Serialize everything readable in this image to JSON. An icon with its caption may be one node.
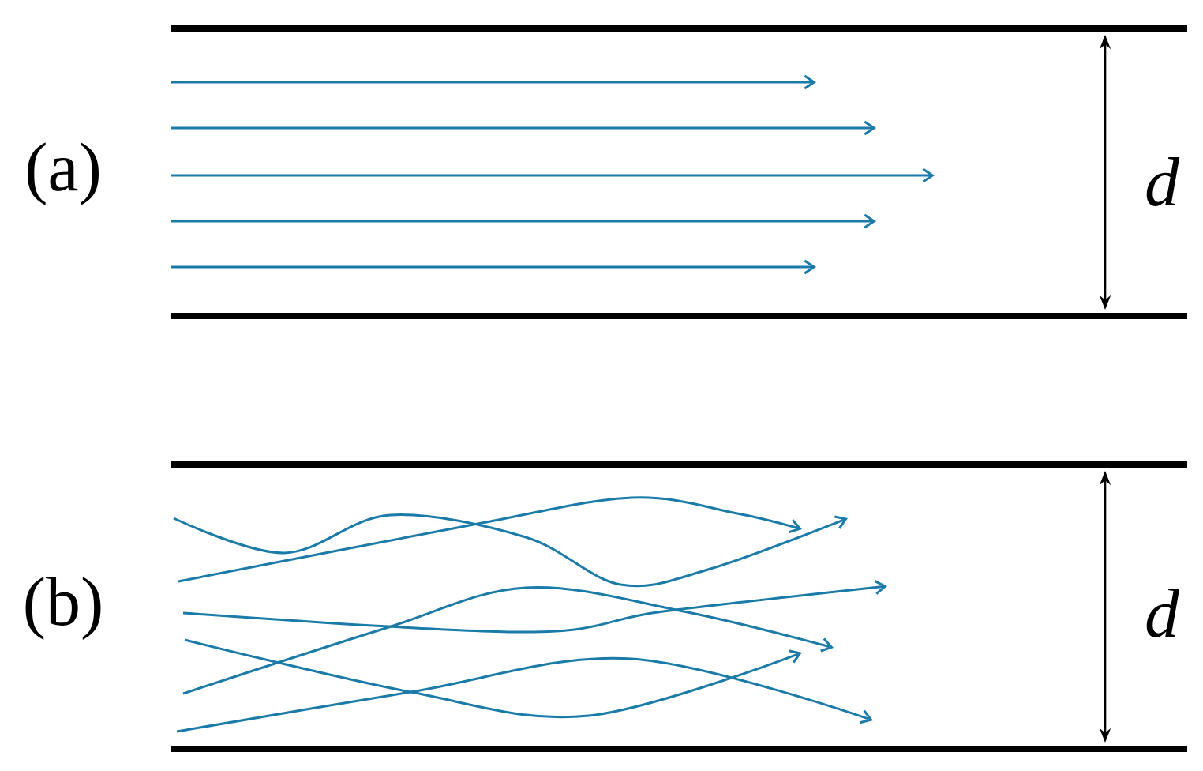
{
  "diagram": {
    "labels": [
      "(a)",
      "d",
      "(b)",
      "d"
    ]
  }
}
